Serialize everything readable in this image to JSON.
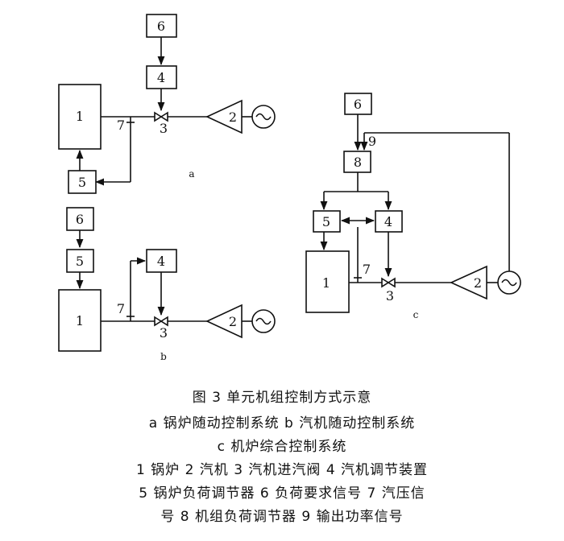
{
  "diagram": {
    "node_labels": {
      "boiler": "1",
      "turbine": "2",
      "valve": "3",
      "turbine_regulator": "4",
      "boiler_load_regulator": "5",
      "load_demand": "6",
      "pressure_signal": "7",
      "unit_load_regulator": "8",
      "output_power": "9"
    },
    "panel_labels": {
      "a": "a",
      "b": "b",
      "c": "c"
    }
  },
  "caption": {
    "title": "图 3   单元机组控制方式示意",
    "line1": "a 锅炉随动控制系统   b 汽机随动控制系统",
    "line2": "c 机炉综合控制系统",
    "line3": "1 锅炉   2 汽机   3 汽机进汽阀   4 汽机调节装置",
    "line4": "5 锅炉负荷调节器   6 负荷要求信号   7 汽压信",
    "line5": "号   8 机组负荷调节器   9 输出功率信号"
  }
}
